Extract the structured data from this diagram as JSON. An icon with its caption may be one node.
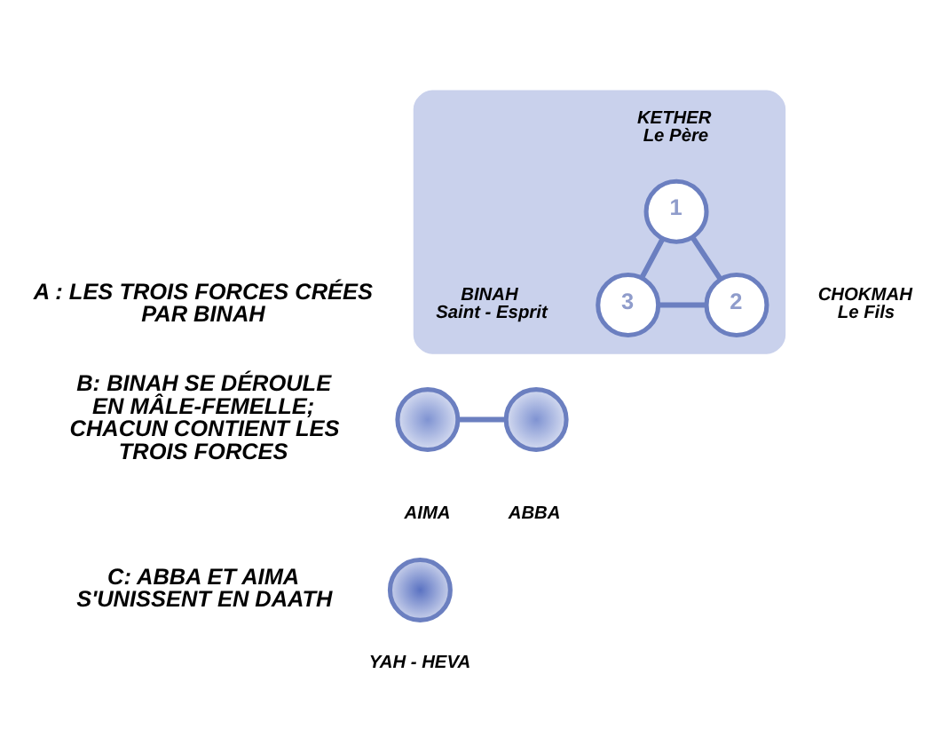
{
  "diagram": {
    "nodes": [
      {
        "text": [],
        "shape": "cloud"
      },
      {
        "text": [
          "1"
        ],
        "in": 0,
        "beside": [
          "KETHER",
          "Le Père"
        ]
      },
      {
        "text": [
          "3"
        ],
        "in": 0,
        "beside": [
          "BINAH",
          "Saint - Esprit"
        ]
      },
      {
        "text": [
          "2"
        ],
        "in": 0,
        "beside": [
          "CHOKMAH",
          "Le Fils"
        ]
      },
      {
        "text": [],
        "shape": "circle",
        "beside": [
          "AIMA"
        ]
      },
      {
        "text": [],
        "shape": "circle",
        "beside": [
          "ABBA"
        ]
      },
      {
        "text": [],
        "shape": "circle",
        "beside": [
          "YAH - HEVA"
        ]
      }
    ],
    "edges": [
      {
        "from": 1,
        "to": 3,
        "arrow": "none"
      },
      {
        "from": 3,
        "to": 2,
        "arrow": "none"
      },
      {
        "from": 2,
        "to": 1,
        "arrow": "none"
      },
      {
        "from": 4,
        "to": 5,
        "arrow": "none"
      }
    ],
    "labels": [
      "A : LES TROIS FORCES CRÉES PAR BINAH",
      "B: BINAH SE DÉROULE EN MÂLE-FEMELLE; CHACUN CONTIENT LES TROIS FORCES",
      "C: ABBA ET AIMA S'UNISSENT EN DAATH"
    ]
  }
}
